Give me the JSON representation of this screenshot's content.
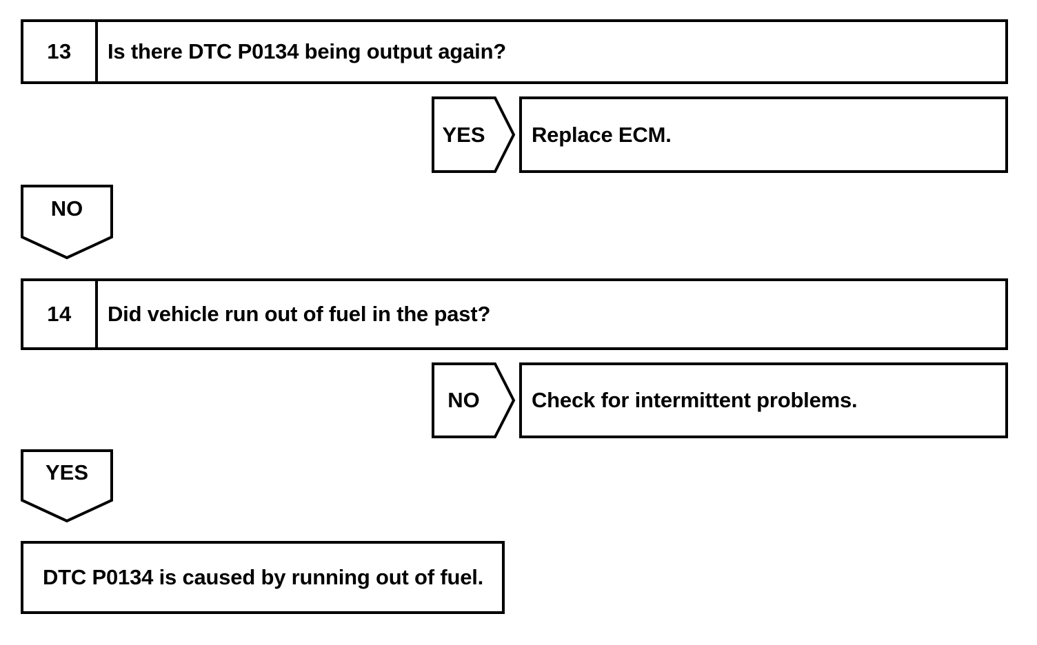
{
  "diagram": {
    "type": "troubleshooting-flowchart",
    "colors": {
      "stroke": "#000000",
      "background": "#ffffff",
      "text": "#000000"
    },
    "steps": [
      {
        "number": "13",
        "question": "Is there DTC P0134 being output again?",
        "answers": [
          {
            "label": "YES",
            "direction": "right",
            "result": "Replace ECM."
          },
          {
            "label": "NO",
            "direction": "down",
            "result": ""
          }
        ]
      },
      {
        "number": "14",
        "question": "Did vehicle run out of fuel in the past?",
        "answers": [
          {
            "label": "NO",
            "direction": "right",
            "result": "Check for intermittent problems."
          },
          {
            "label": "YES",
            "direction": "down",
            "result": ""
          }
        ]
      }
    ],
    "conclusion": "DTC P0134 is caused by running out of fuel.",
    "labels": {
      "step13_number": "13",
      "step13_question": "Is there DTC P0134 being output again?",
      "step13_yes": "YES",
      "step13_yes_result": "Replace ECM.",
      "step13_no": "NO",
      "step14_number": "14",
      "step14_question": "Did vehicle run out of fuel in the past?",
      "step14_no": "NO",
      "step14_no_result": "Check for intermittent problems.",
      "step14_yes": "YES",
      "conclusion": "DTC P0134 is caused by running out of fuel."
    }
  }
}
